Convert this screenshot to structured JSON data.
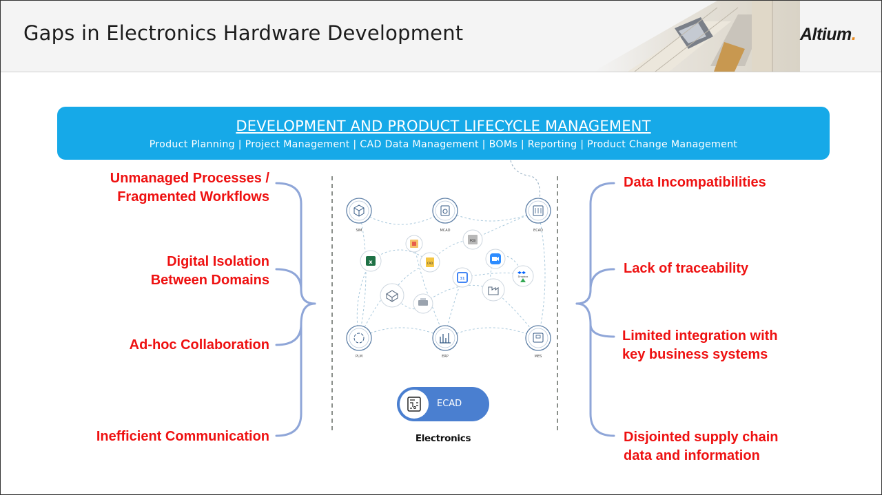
{
  "header": {
    "title": "Gaps in Electronics Hardware Development",
    "logo": "Altium",
    "logo_dot": "."
  },
  "banner": {
    "title": "DEVELOPMENT AND PRODUCT LIFECYCLE MANAGEMENT",
    "subtitle": "Product Planning | Project Management | CAD Data Management | BOMs | Reporting | Product Change Management",
    "color": "#16a9e8"
  },
  "left_gaps": [
    {
      "line1": "Unmanaged Processes /",
      "line2": "Fragmented Workflows"
    },
    {
      "line1": "Digital Isolation",
      "line2": "Between Domains"
    },
    {
      "line1": "Ad-hoc Collaboration",
      "line2": ""
    },
    {
      "line1": "Inefficient Communication",
      "line2": ""
    }
  ],
  "right_gaps": [
    {
      "line1": "Data Incompatibilities",
      "line2": ""
    },
    {
      "line1": "Lack of traceability",
      "line2": ""
    },
    {
      "line1": "Limited integration with",
      "line2": "key business systems"
    },
    {
      "line1": "Disjointed  supply chain",
      "line2": "data and information"
    }
  ],
  "network": {
    "nodes": [
      {
        "label": "SIM",
        "icon": "cube-wireframe-icon"
      },
      {
        "label": "MCAD",
        "icon": "gear-doc-icon"
      },
      {
        "label": "ECAD",
        "icon": "chip-icon"
      },
      {
        "label": "PLM",
        "icon": "cycle-icon"
      },
      {
        "label": "ERP",
        "icon": "bar-chart-icon"
      },
      {
        "label": "MES",
        "icon": "machine-icon"
      }
    ],
    "small_labels": [
      "PCB",
      "CAD",
      "31",
      "Dropbox"
    ]
  },
  "ecad_toggle": {
    "label": "ECAD",
    "caption": "Electronics",
    "color": "#4a7fd0"
  },
  "colors": {
    "gap_text": "#ee1111",
    "bracket": "#8fa6d8"
  }
}
